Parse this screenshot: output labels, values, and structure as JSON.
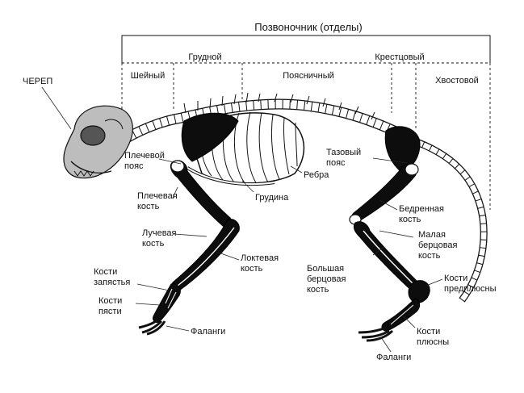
{
  "header": {
    "title": "Позвоночник (отделы)",
    "sections": {
      "thoracic": "Грудной",
      "sacral": "Крестцовый",
      "cervical": "Шейный",
      "lumbar": "Поясничный",
      "caudal": "Хвостовой"
    }
  },
  "labels": {
    "skull": "ЧЕРЕП",
    "shoulder_girdle_1": "Плечевой",
    "shoulder_girdle_2": "пояс",
    "humerus_1": "Плечевая",
    "humerus_2": "кость",
    "sternum": "Грудина",
    "ribs": "Ребра",
    "pelvic_girdle_1": "Тазовый",
    "pelvic_girdle_2": "пояс",
    "femur_1": "Бедренная",
    "femur_2": "кость",
    "radius_1": "Лучевая",
    "radius_2": "кость",
    "ulna_1": "Локтевая",
    "ulna_2": "кость",
    "fibula_1": "Малая",
    "fibula_2": "берцовая",
    "fibula_3": "кость",
    "tibia_1": "Большая",
    "tibia_2": "берцовая",
    "tibia_3": "кость",
    "carpals_1": "Кости",
    "carpals_2": "запястья",
    "metacarpals_1": "Кости",
    "metacarpals_2": "пясти",
    "tarsals_1": "Кости",
    "tarsals_2": "предплюсны",
    "metatarsals_1": "Кости",
    "metatarsals_2": "плюсны",
    "phalanges_front": "Фаланги",
    "phalanges_hind": "Фаланги"
  },
  "colors": {
    "ink": "#111111",
    "bone_black": "#0d0d0d",
    "skull_grey": "#bdbdbd"
  }
}
